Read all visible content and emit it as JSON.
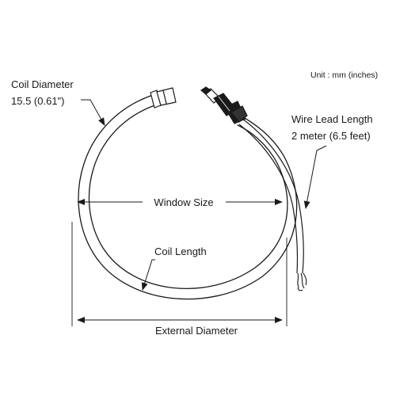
{
  "unit_label": "Unit : mm (inches)",
  "coil_diameter": {
    "title": "Coil Diameter",
    "value": "15.5 (0.61\")"
  },
  "wire_lead": {
    "title": "Wire Lead Length",
    "value": "2 meter (6.5 feet)"
  },
  "window_size": "Window Size",
  "coil_length": "Coil Length",
  "external_diameter": "External Diameter",
  "colors": {
    "line": "#1a1a1a",
    "background": "#ffffff"
  },
  "icons": [
    "arrowhead-icon",
    "connector-plug-icon",
    "coil-end-cap-icon",
    "stripped-wire-icon"
  ]
}
